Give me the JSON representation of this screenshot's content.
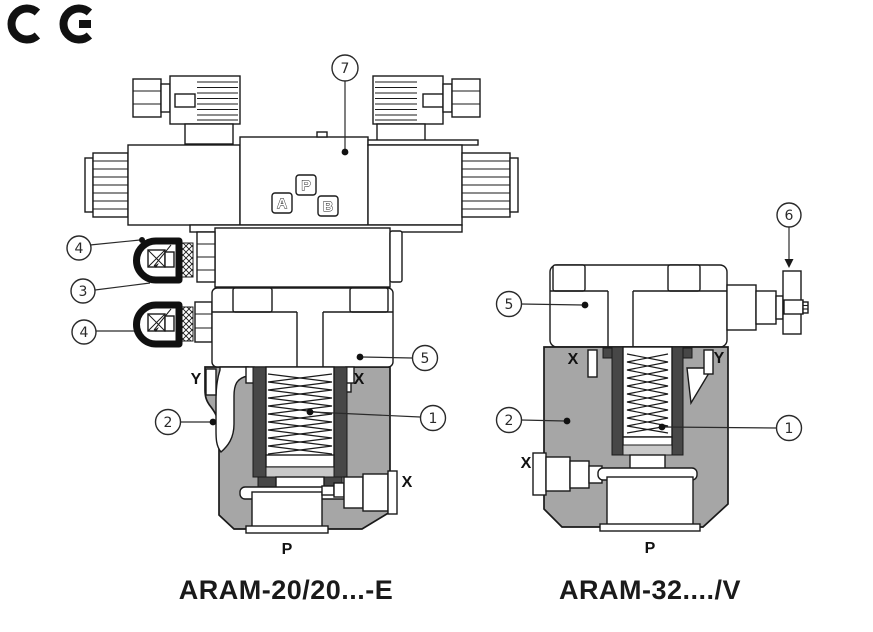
{
  "ce_mark": "CE",
  "left": {
    "title": "ARAM-20/20...-E",
    "solenoid_ports": {
      "a": "A",
      "p": "P",
      "b": "B"
    },
    "ports": {
      "y": "Y",
      "x_top": "X",
      "x_side": "X",
      "p": "P"
    },
    "callouts": {
      "c7": "7",
      "c4a": "4",
      "c3": "3",
      "c4b": "4",
      "c2": "2",
      "c5": "5",
      "c1": "1"
    }
  },
  "right": {
    "title": "ARAM-32..../V",
    "ports": {
      "x_top": "X",
      "y": "Y",
      "x_side": "X",
      "p": "P"
    },
    "callouts": {
      "c6": "6",
      "c5": "5",
      "c2": "2",
      "c1": "1"
    }
  }
}
